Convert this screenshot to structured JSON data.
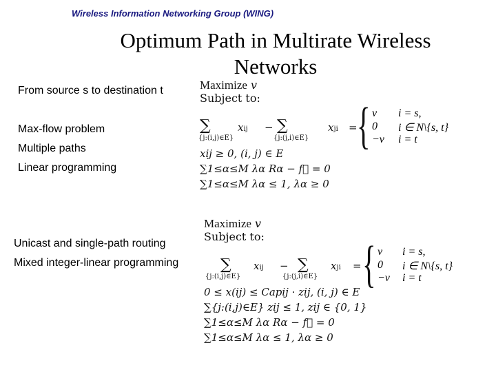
{
  "header": {
    "group": "Wireless Information Networking Group (WING)"
  },
  "title": "Optimum Path in Multirate Wireless Networks",
  "bullets": {
    "b1": "From source s to destination t",
    "b2": "Max-flow problem",
    "b3": "Multiple paths",
    "b4": "Linear programming",
    "b5": "Unicast and single-path routing",
    "b6": "Mixed integer-linear programming"
  },
  "lp1": {
    "maximize": "Maximize",
    "var": "v",
    "subject": "Subject to:",
    "sum_a": "∑",
    "sum_a_sub": "{j:(i,j)∈E}",
    "term_a": "x",
    "term_a_sub": "ij",
    "minus": "−",
    "sum_b": "∑",
    "sum_b_sub": "{j:(j,i)∈E}",
    "term_b": "x",
    "term_b_sub": "ji",
    "eq": "=",
    "case1_val": "v",
    "case1_cond": "i = s,",
    "case2_val": "0",
    "case2_cond": "i ∈ N\\{s, t}",
    "case3_val": "−v",
    "case3_cond": "i = t",
    "c2": "xij ≥ 0, (i, j) ∈ E",
    "c3": "∑1≤α≤M λα Rα − f⃗ = 0",
    "c4": "∑1≤α≤M λα ≤ 1, λα ≥ 0"
  },
  "lp2": {
    "maximize": "Maximize",
    "var": "v",
    "subject": "Subject to:",
    "sum_a": "∑",
    "sum_a_sub": "{j:(i,j)∈E}",
    "term_a": "x",
    "term_a_sub": "ij",
    "minus": "−",
    "sum_b": "∑",
    "sum_b_sub": "{j:(j,i)∈E}",
    "term_b": "x",
    "term_b_sub": "ji",
    "eq": "=",
    "case1_val": "v",
    "case1_cond": "i = s,",
    "case2_val": "0",
    "case2_cond": "i ∈ N\\{s, t}",
    "case3_val": "−v",
    "case3_cond": "i = t",
    "c2": "0 ≤ x(ij) ≤ Capij · zij, (i, j) ∈ E",
    "c3": "∑{j:(i,j)∈E} zij ≤ 1, zij ∈ {0, 1}",
    "c4": "∑1≤α≤M λα Rα − f⃗ = 0",
    "c5": "∑1≤α≤M λα ≤ 1, λα ≥ 0"
  }
}
